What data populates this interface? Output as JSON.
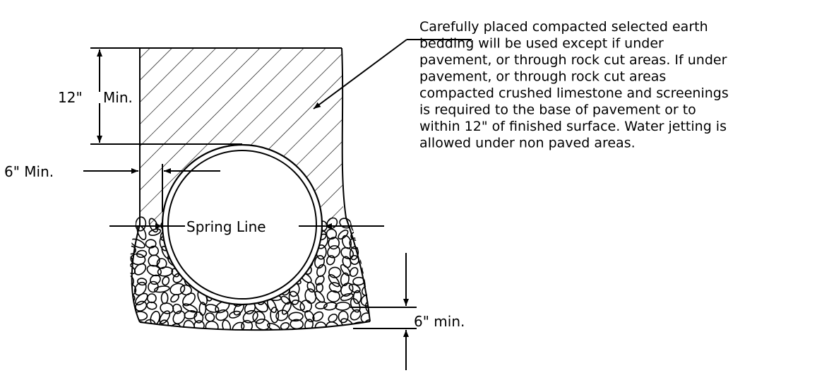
{
  "note": {
    "lines": [
      "Carefully placed compacted selected earth",
      "bedding will be used except if under",
      "pavement, or through rock cut areas. If under",
      "pavement, or through rock cut areas",
      "compacted crushed limestone and screenings",
      "is required to the base of pavement or to",
      "within 12\" of finished surface. Water jetting is",
      "allowed under non paved areas."
    ]
  },
  "dimensions": {
    "cover_top": "12\"",
    "cover_bottom": "Min.",
    "side_label": "6\"  Min.",
    "spring_line": "Spring Line",
    "bedding_label": "6\"  min."
  },
  "colors": {
    "ink": "#000000",
    "paper": "#ffffff"
  }
}
